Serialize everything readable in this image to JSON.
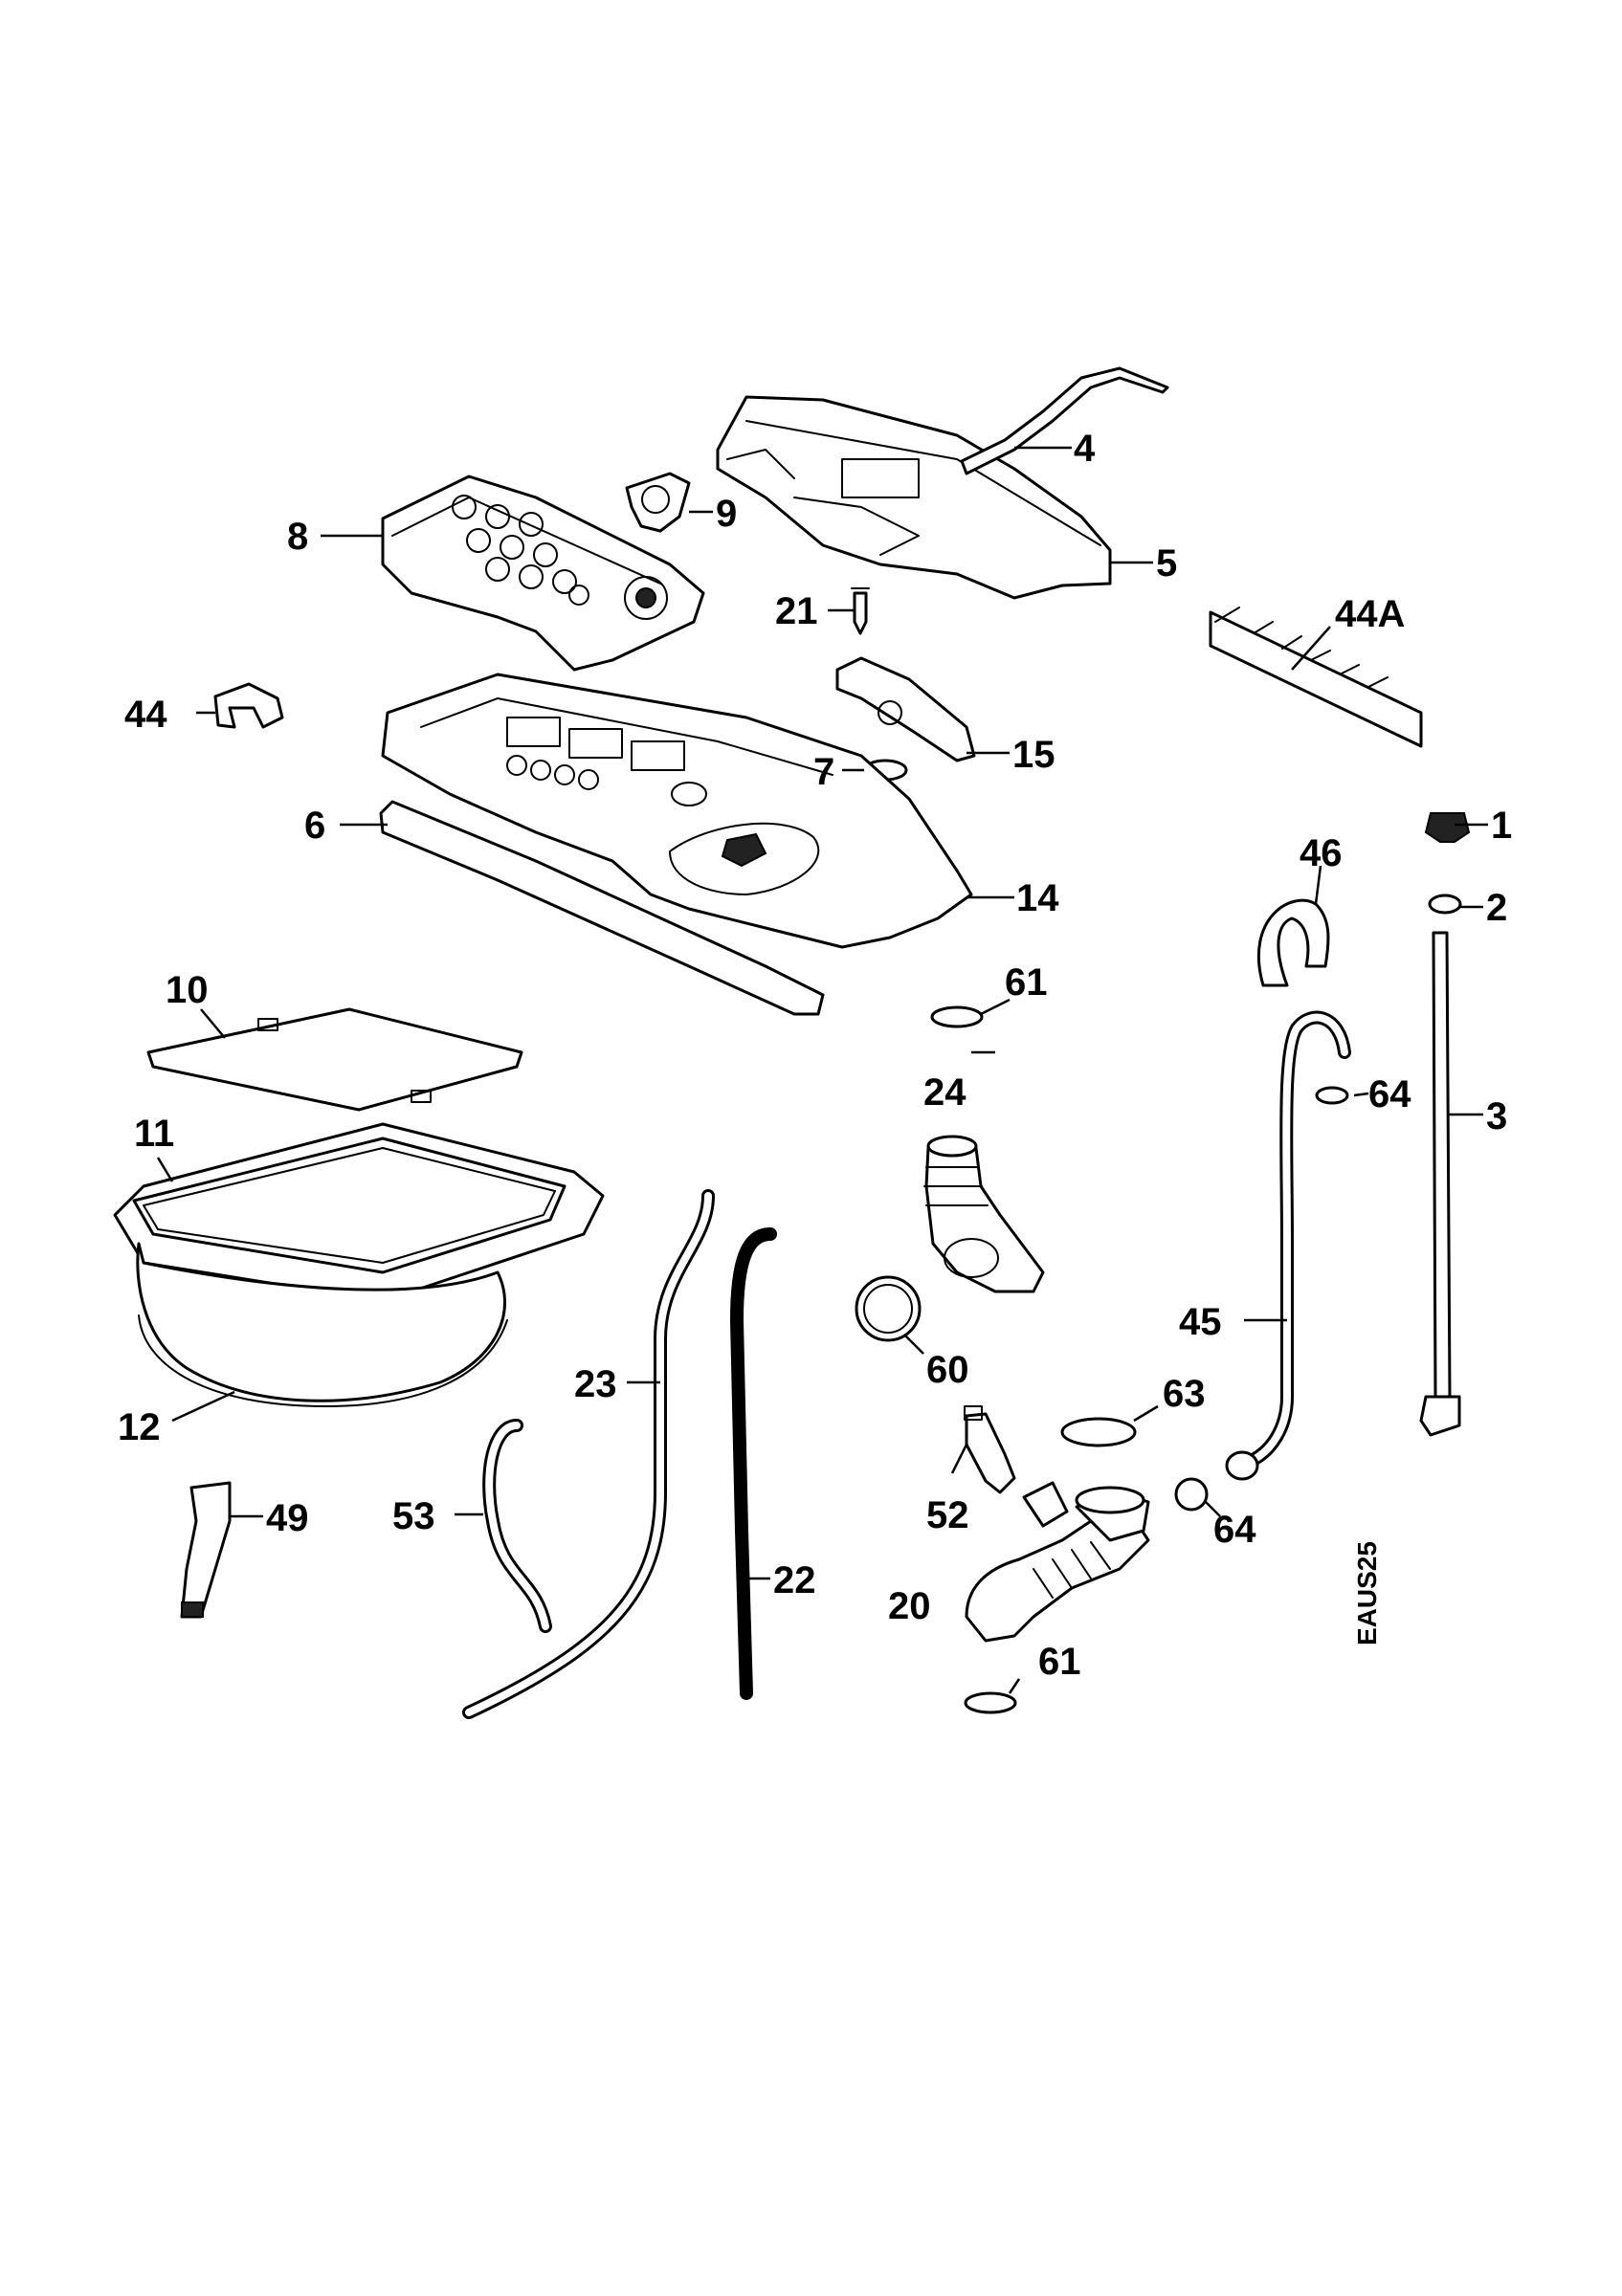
{
  "diagram": {
    "drawing_code": "EAUS25",
    "callouts": [
      "1",
      "2",
      "3",
      "4",
      "5",
      "6",
      "7",
      "8",
      "9",
      "10",
      "11",
      "12",
      "14",
      "15",
      "20",
      "21",
      "22",
      "23",
      "24",
      "44",
      "44A",
      "45",
      "46",
      "49",
      "52",
      "53",
      "60",
      "61",
      "61",
      "63",
      "64",
      "64"
    ]
  }
}
